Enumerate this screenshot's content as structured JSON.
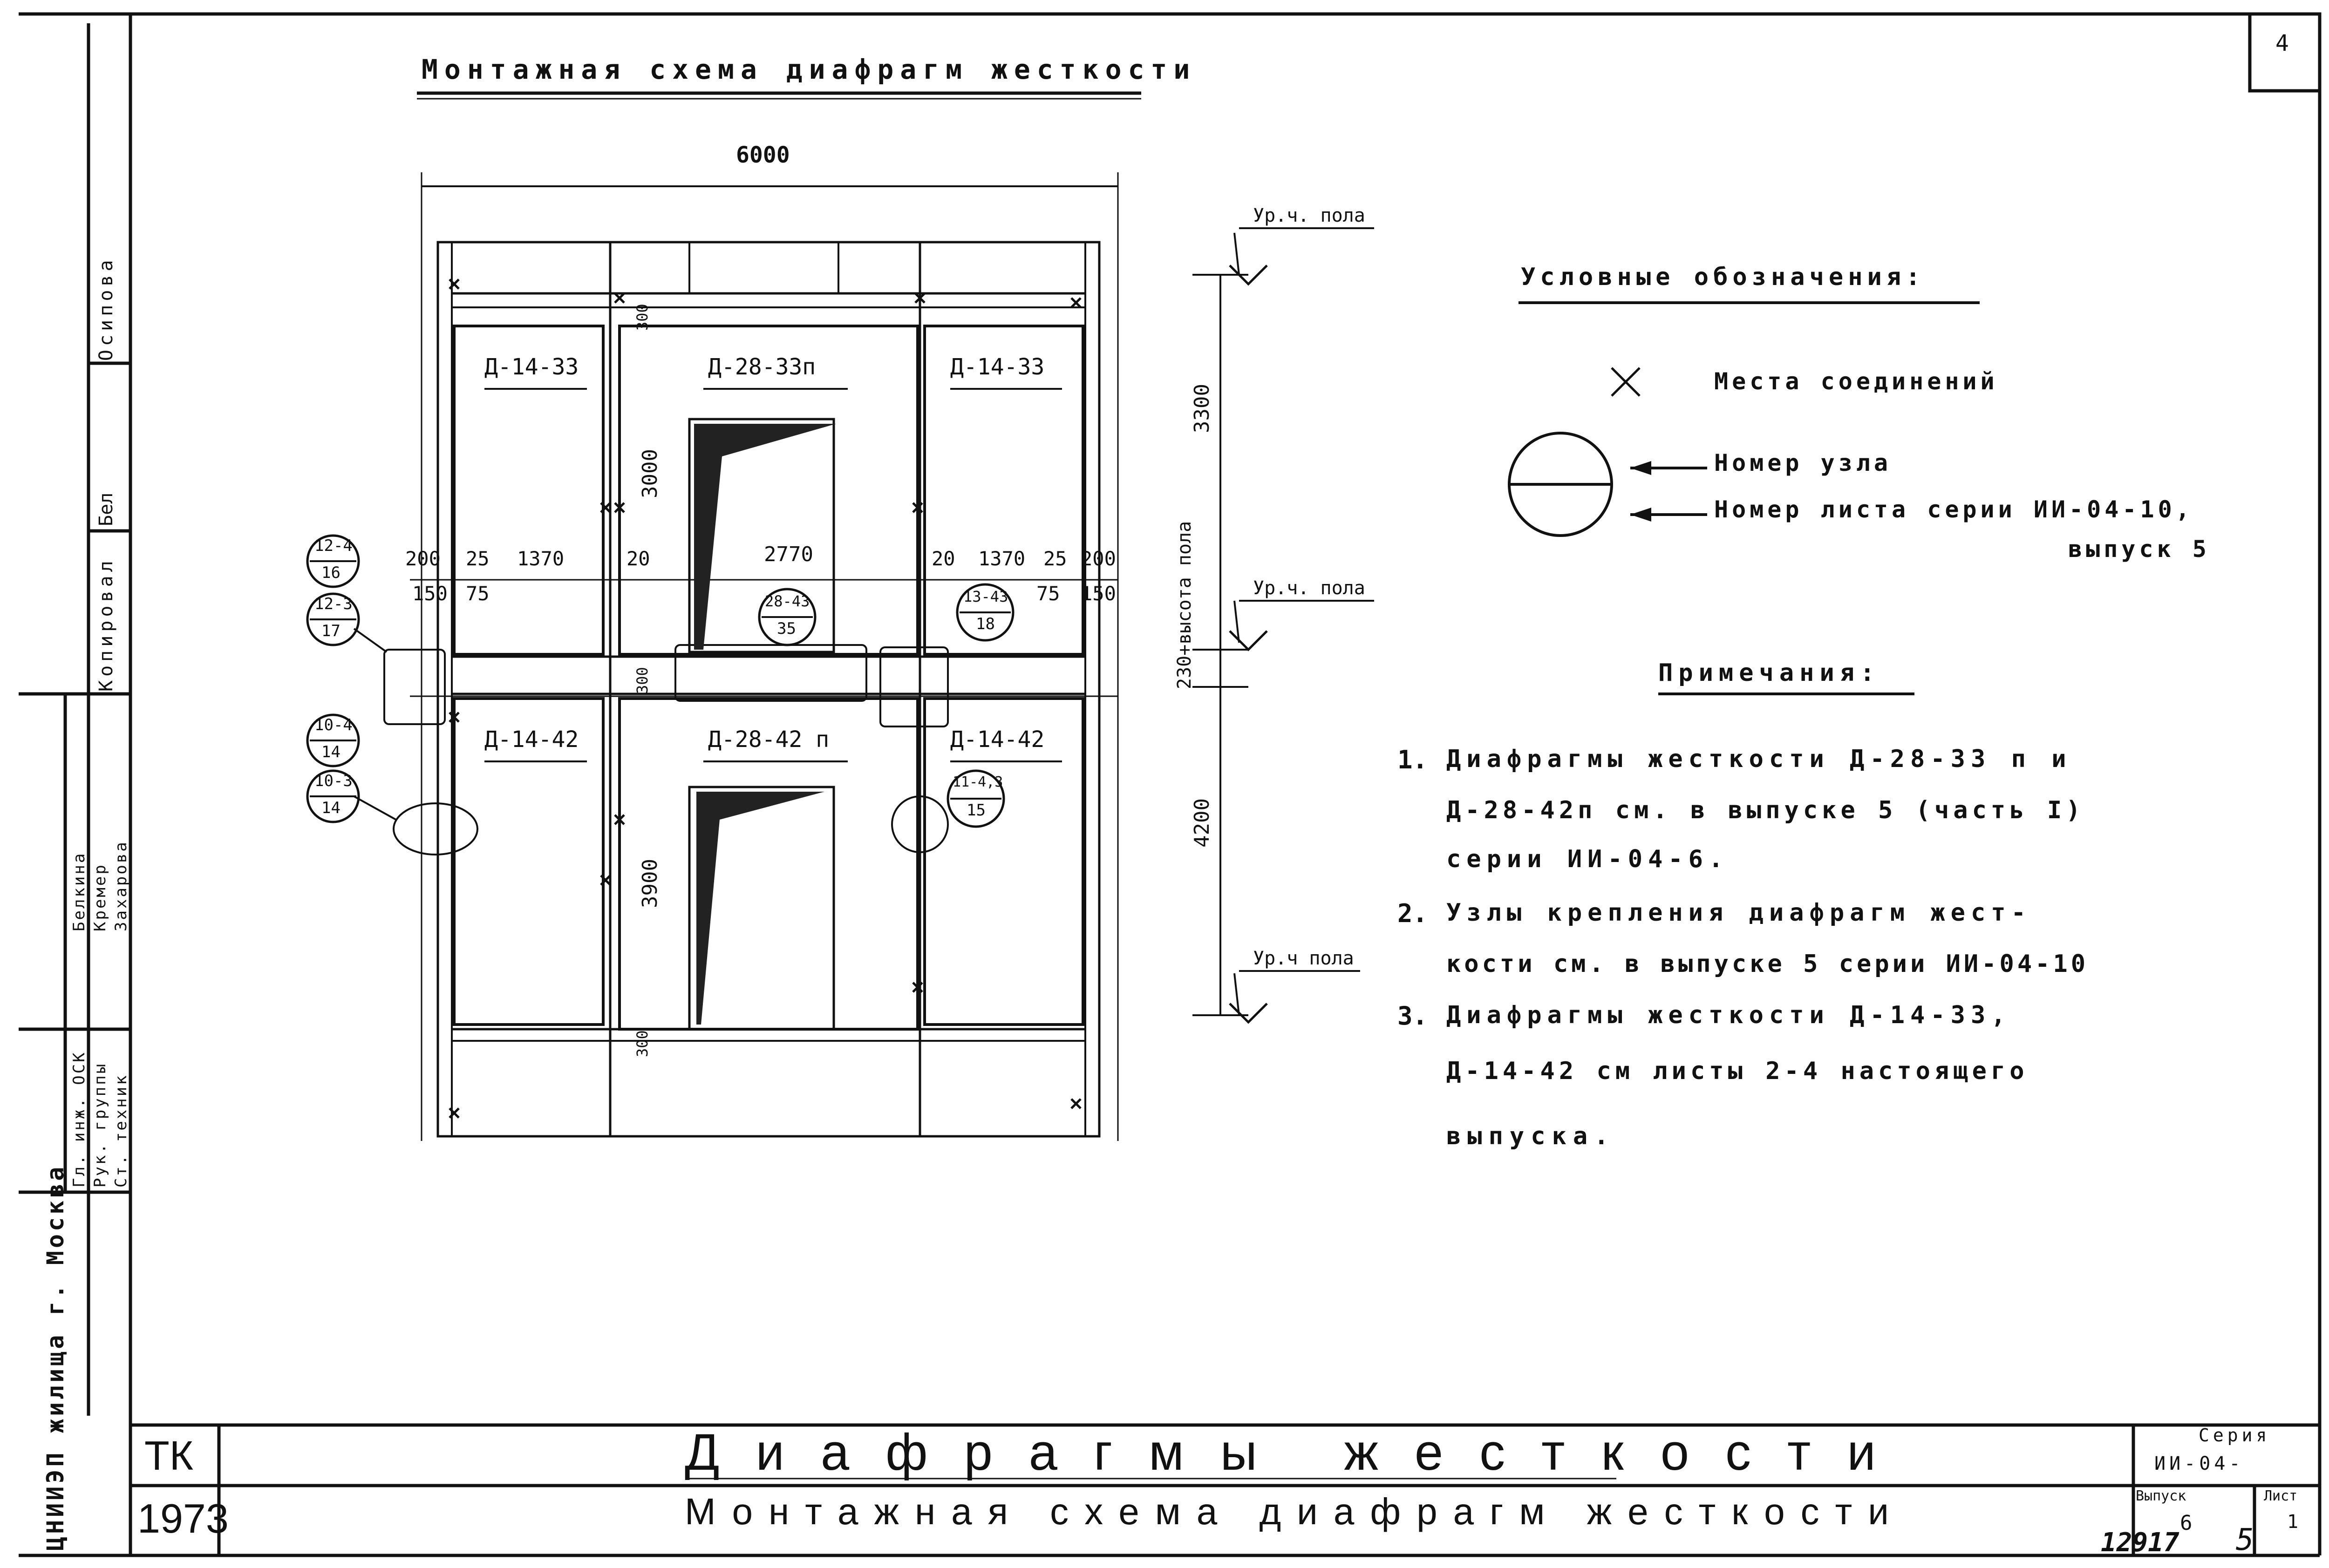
{
  "sheet_number": "4",
  "drawing_title": "Монтажная схема диафрагм жесткости",
  "plan": {
    "dim_top": "6000",
    "levels": [
      "Ур.ч. пола",
      "Ур.ч. пола",
      "Ур.ч пола"
    ],
    "dim_right_upper": "3300",
    "dim_right_mid": "230+высота пола",
    "dim_right_lower": "4200",
    "dim_300_a": "300",
    "dim_300_b": "300",
    "dim_300_c": "300",
    "dim_3000": "3000",
    "dim_3900": "3900",
    "panels": {
      "top_left": "Д-14-33",
      "top_mid": "Д-28-33п",
      "top_right": "Д-14-33",
      "bot_left": "Д-14-42",
      "bot_mid": "Д-28-42 п",
      "bot_right": "Д-14-42"
    },
    "row_dims": {
      "l200": "200",
      "l25": "25",
      "l1370": "1370",
      "l20": "20",
      "m2770": "2770",
      "r20": "20",
      "r1370": "1370",
      "r25": "25",
      "r200": "200",
      "l150": "150",
      "l75": "75",
      "r75": "75",
      "r150": "150"
    },
    "nodes": [
      {
        "top": "12-4",
        "bottom": "16"
      },
      {
        "top": "12-3",
        "bottom": "17"
      },
      {
        "top": "10-4",
        "bottom": "14"
      },
      {
        "top": "10-3",
        "bottom": "14"
      },
      {
        "top": "28-43",
        "bottom": "35"
      },
      {
        "top": "13-43",
        "bottom": "18"
      },
      {
        "top": "11-4,3",
        "bottom": "15"
      }
    ]
  },
  "legend": {
    "title": "Условные обозначения:",
    "cross_label": "Места соединений",
    "node_number_label": "Номер узла",
    "sheet_ref_label": "Номер листа серии ИИ-04-10,",
    "sheet_ref_label2": "выпуск 5"
  },
  "notes": {
    "title": "Примечания:",
    "items": [
      {
        "num": "1.",
        "lines": [
          "Диафрагмы жесткости Д-28-33 п и",
          "Д-28-42п см. в выпуске 5 (часть I)",
          "серии ИИ-04-6."
        ]
      },
      {
        "num": "2.",
        "lines": [
          "Узлы крепления диафрагм жест-",
          "кости см. в выпуске 5 серии ИИ-04-10"
        ]
      },
      {
        "num": "3.",
        "lines": [
          "Диафрагмы жесткости Д-14-33,",
          "Д-14-42 см листы 2-4 настоящего",
          "выпуска."
        ]
      }
    ]
  },
  "left_strip": {
    "stamp_top": "Осипова",
    "roles": [
      "Копировал",
      "Гл. инж. ОСК",
      "Рук. группы",
      "Ст. техник"
    ],
    "names": [
      "Белкина",
      "Кремер",
      "Захарова"
    ],
    "org": "ЦНИИЭП жилища г. Москва",
    "short_sign": "Бел"
  },
  "title_block": {
    "code": "ТК",
    "year": "1973",
    "main_title": "Диафрагмы жесткости",
    "sub_title": "Монтажная схема диафрагм жесткости",
    "series_label": "Серия",
    "series_value": "ИИ-04-",
    "issue_label": "Выпуск",
    "issue_value": "6",
    "sheet_label": "Лист",
    "sheet_value": "1"
  },
  "footer": {
    "archive_no": "12917",
    "page": "5"
  },
  "colors": {
    "ink": "#111111",
    "paper": "#ffffff"
  }
}
